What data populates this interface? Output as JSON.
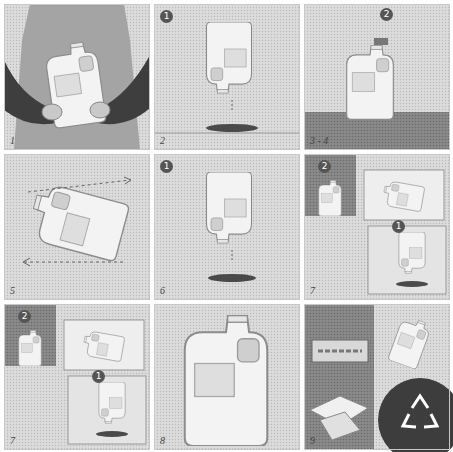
{
  "diagram": {
    "nodes": [
      {
        "text": [
          "1"
        ]
      },
      {
        "text": [
          "2"
        ]
      },
      {
        "text": [
          "3 - 4"
        ]
      },
      {
        "text": [
          "5"
        ]
      },
      {
        "text": [
          "6"
        ]
      },
      {
        "text": [
          "7"
        ]
      },
      {
        "text": [
          "7"
        ]
      },
      {
        "text": [
          "8"
        ]
      },
      {
        "text": [
          "9"
        ]
      }
    ],
    "labels": [
      "1",
      "2",
      "1",
      "2",
      "1",
      "2",
      "1"
    ]
  }
}
